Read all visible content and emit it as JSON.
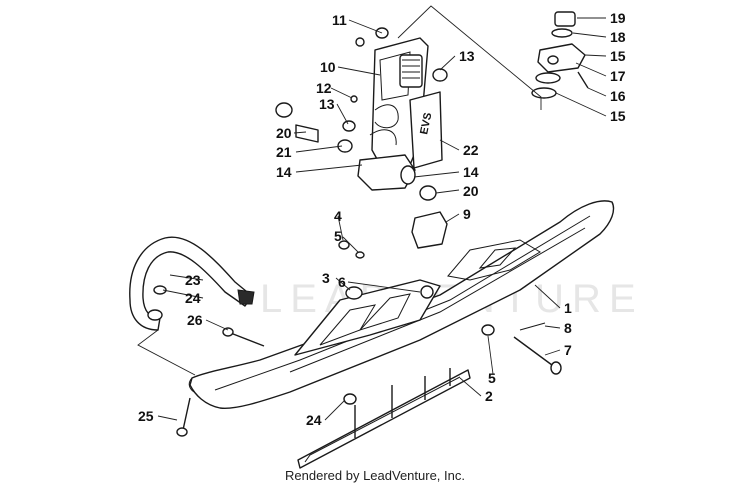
{
  "watermark": "LEADVENTURE",
  "decal_text": "EVS",
  "credit": "Rendered by LeadVenture, Inc.",
  "callouts": [
    "11",
    "10",
    "12",
    "13",
    "20",
    "21",
    "14",
    "13",
    "22",
    "14",
    "20",
    "9",
    "4",
    "5",
    "3",
    "6",
    "23",
    "24",
    "26",
    "25",
    "24",
    "2",
    "1",
    "8",
    "7",
    "5",
    "19",
    "18",
    "15",
    "17",
    "16",
    "15"
  ]
}
